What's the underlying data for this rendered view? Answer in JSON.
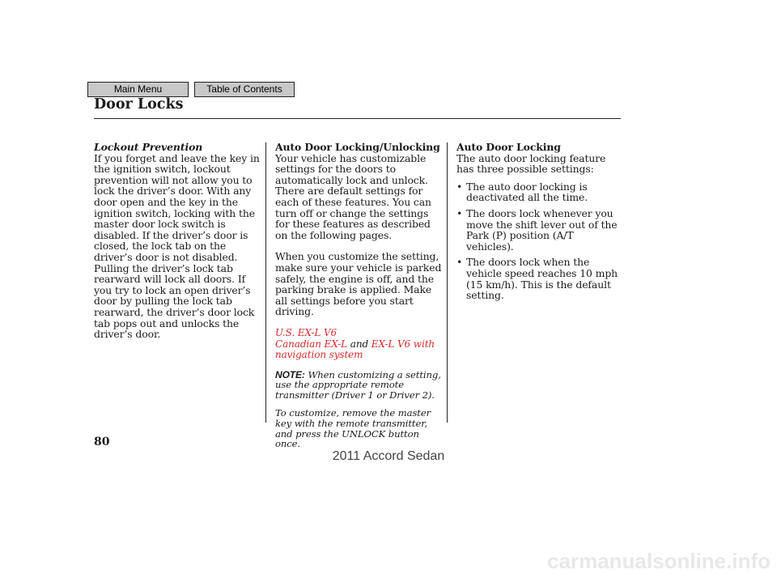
{
  "nav": {
    "main_menu": "Main Menu",
    "toc": "Table of Contents"
  },
  "page_title": "Door Locks",
  "col1": {
    "heading": "Lockout Prevention",
    "body": "If you forget and leave the key in the ignition switch, lockout prevention will not allow you to lock the driver’s door. With any door open and the key in the ignition switch, locking with the master door lock switch is disabled. If the driver’s door is closed, the lock tab on the driver’s door is not disabled. Pulling the driver’s lock tab rearward will lock all doors. If you try to lock an open driver’s door by pulling the lock tab rearward, the driver’s door lock tab pops out and unlocks the driver’s door."
  },
  "col2": {
    "heading": "Auto Door Locking/Unlocking",
    "para1": "Your vehicle has customizable settings for the doors to automatically lock and unlock. There are default settings for each of these features. You can turn off or change the settings for these features as described on the following pages.",
    "para2": "When you customize the setting, make sure your vehicle is parked safely, the engine is off, and the parking brake is applied. Make all settings before you start driving.",
    "models_line1": "U.S. EX-L V6",
    "models_line2a": "Canadian EX-L",
    "models_and": "and",
    "models_line2b": "EX-L V6 with",
    "models_line3": "navigation system",
    "note_label": "NOTE:",
    "note1": "When customizing a setting, use the appropriate remote transmitter (Driver 1 or Driver 2).",
    "note2": "To customize, remove the master key with the remote transmitter, and press the UNLOCK button once."
  },
  "col3": {
    "heading": "Auto Door Locking",
    "intro": "The auto door locking feature has three possible settings:",
    "bullets": [
      "The auto door locking is deactivated all the time.",
      "The doors lock whenever you move the shift lever out of the Park (P) position (A/T vehicles).",
      "The doors lock when the vehicle speed reaches 10 mph (15 km/h). This is the default setting."
    ]
  },
  "page_number": "80",
  "watermark": "2011 Accord Sedan",
  "site": "carmanualsonline.info"
}
